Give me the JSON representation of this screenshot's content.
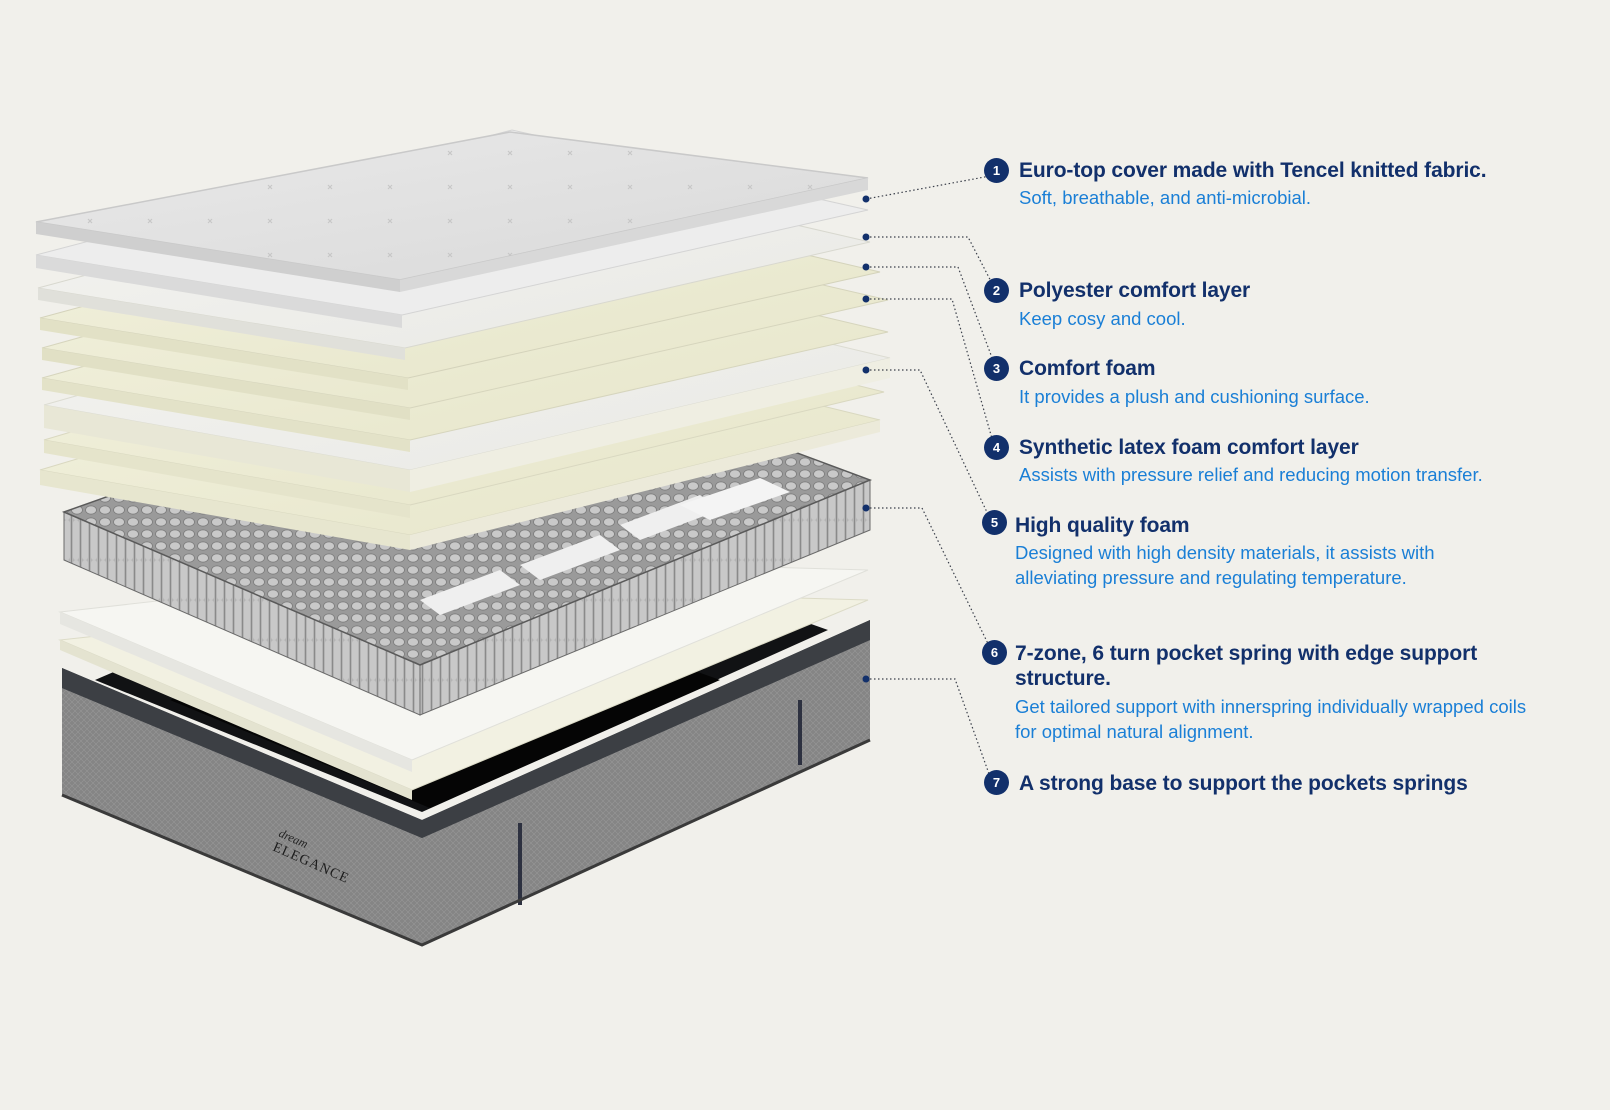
{
  "colors": {
    "background": "#f1f0eb",
    "title": "#12306b",
    "description": "#1a7fd6",
    "badge": "#12306b",
    "leader": "#3a3f4a"
  },
  "brand": {
    "script": "dream",
    "name": "ELEGANCE"
  },
  "callouts": [
    {
      "number": "1",
      "title": "Euro-top cover made with Tencel knitted fabric.",
      "description": "Soft, breathable, and anti-microbial."
    },
    {
      "number": "2",
      "title": "Polyester comfort layer",
      "description": "Keep cosy and cool."
    },
    {
      "number": "3",
      "title": "Comfort foam",
      "description": "It provides a plush and cushioning surface."
    },
    {
      "number": "4",
      "title": "Synthetic latex foam comfort layer",
      "description": "Assists with pressure relief and reducing motion transfer."
    },
    {
      "number": "5",
      "title": "High quality foam",
      "description": "Designed with high density materials, it assists with alleviating pressure and regulating temperature."
    },
    {
      "number": "6",
      "title": "7-zone, 6 turn pocket spring with edge support structure.",
      "description": "Get tailored support with innerspring individually wrapped coils for optimal natural alignment."
    },
    {
      "number": "7",
      "title": "A strong base to support the pockets springs",
      "description": ""
    }
  ]
}
